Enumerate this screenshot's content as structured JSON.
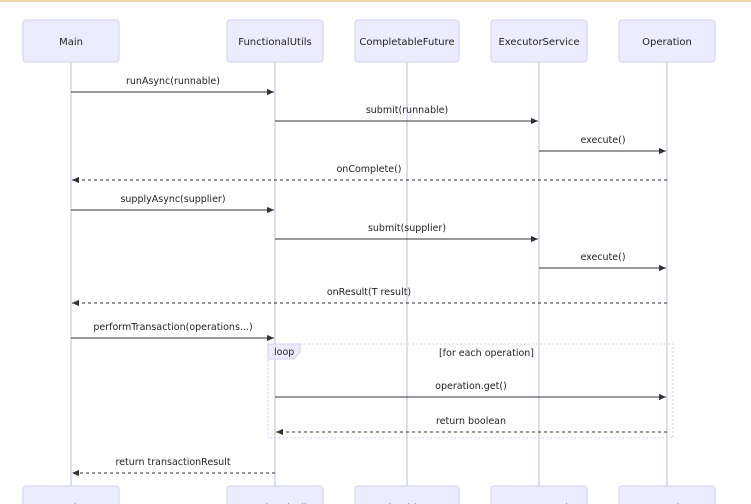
{
  "participants": [
    {
      "id": "Main",
      "label": "Main"
    },
    {
      "id": "FunctionalUtils",
      "label": "FunctionalUtils"
    },
    {
      "id": "CompletableFuture",
      "label": "CompletableFuture"
    },
    {
      "id": "ExecutorService",
      "label": "ExecutorService"
    },
    {
      "id": "Operation",
      "label": "Operation"
    }
  ],
  "messages": [
    {
      "from": "Main",
      "to": "FunctionalUtils",
      "label": "runAsync(runnable)",
      "style": "solid"
    },
    {
      "from": "FunctionalUtils",
      "to": "ExecutorService",
      "label": "submit(runnable)",
      "style": "solid"
    },
    {
      "from": "ExecutorService",
      "to": "Operation",
      "label": "execute()",
      "style": "solid"
    },
    {
      "from": "Operation",
      "to": "Main",
      "label": "onComplete()",
      "style": "dashed"
    },
    {
      "from": "Main",
      "to": "FunctionalUtils",
      "label": "supplyAsync(supplier)",
      "style": "solid"
    },
    {
      "from": "FunctionalUtils",
      "to": "ExecutorService",
      "label": "submit(supplier)",
      "style": "solid"
    },
    {
      "from": "ExecutorService",
      "to": "Operation",
      "label": "execute()",
      "style": "solid"
    },
    {
      "from": "Operation",
      "to": "Main",
      "label": "onResult(T result)",
      "style": "dashed"
    },
    {
      "from": "Main",
      "to": "FunctionalUtils",
      "label": "performTransaction(operations...)",
      "style": "solid"
    },
    {
      "from": "FunctionalUtils",
      "to": "Operation",
      "label": "operation.get()",
      "style": "solid"
    },
    {
      "from": "Operation",
      "to": "FunctionalUtils",
      "label": "return boolean",
      "style": "dashed"
    },
    {
      "from": "FunctionalUtils",
      "to": "Main",
      "label": "return transactionResult",
      "style": "dashed"
    }
  ],
  "loop": {
    "keyword": "loop",
    "condition": "[for each operation]",
    "first_message": 9,
    "last_message": 10
  },
  "colors": {
    "actor_fill": "#ececff",
    "actor_border": "#cfcff5",
    "lifeline": "#cfcfe8",
    "arrow": "#333333"
  }
}
